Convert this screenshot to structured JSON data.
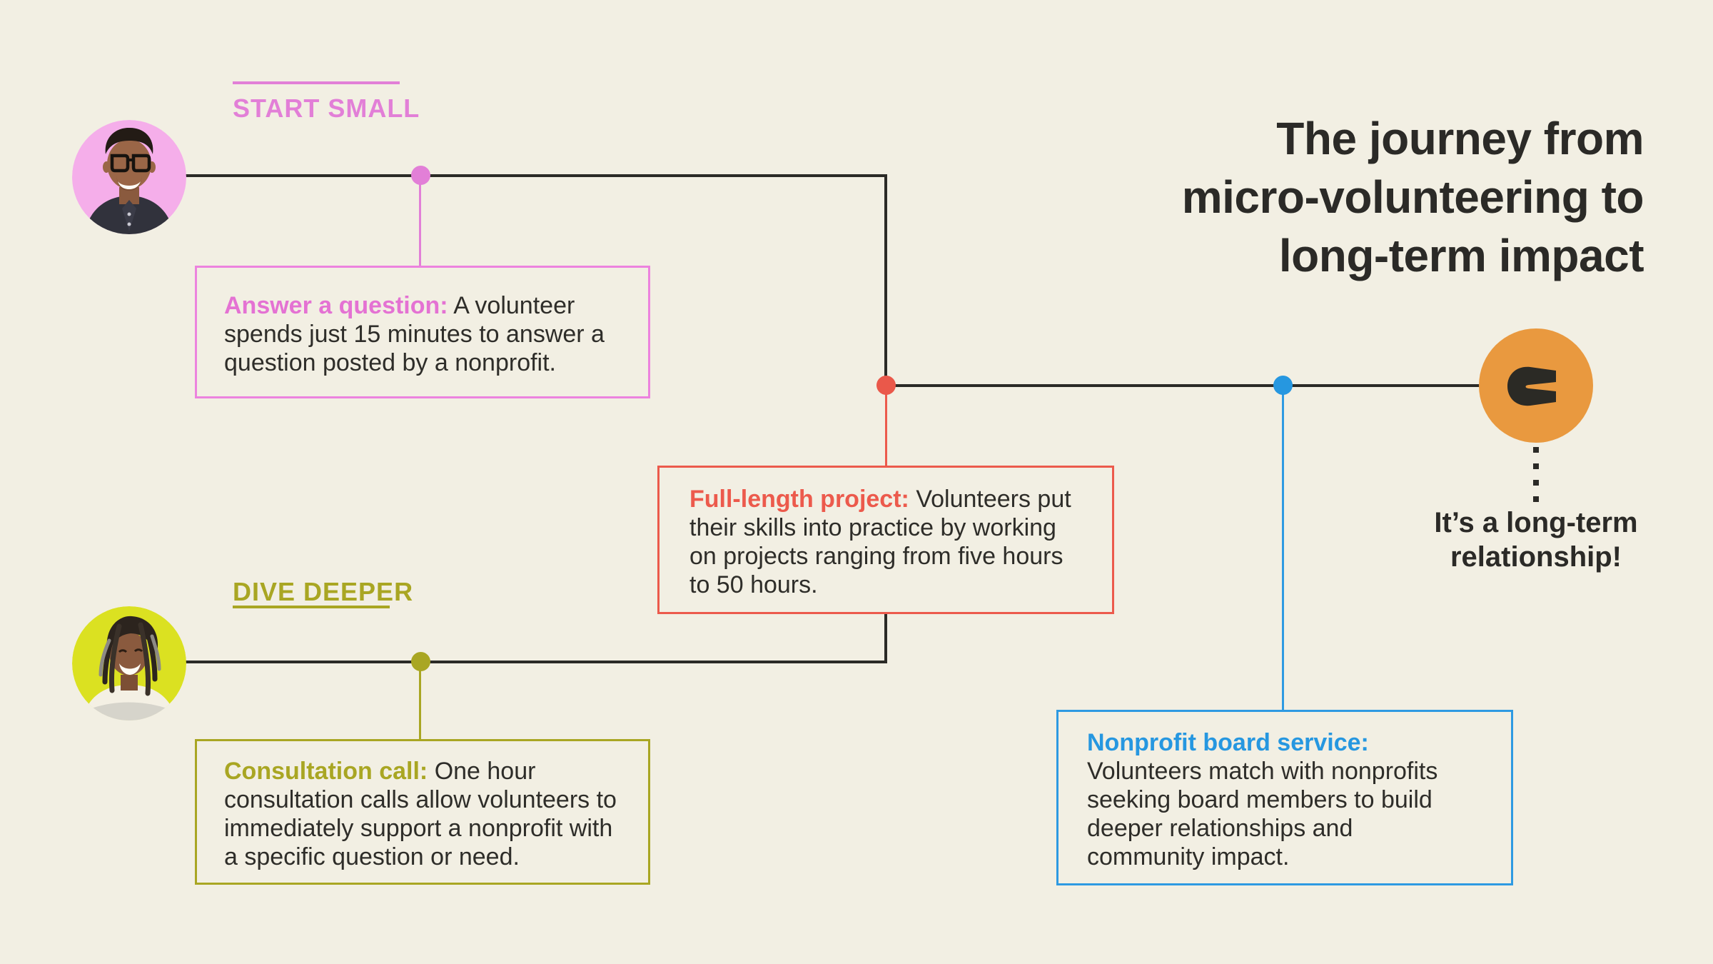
{
  "palette": {
    "background": "#f2efe3",
    "ink": "#2b2a26",
    "pink": "#e27fd7",
    "coral": "#ec5a4c",
    "olive": "#a9a623",
    "blue": "#2e9ae2",
    "orange": "#e9993f",
    "avatar_pink_bg": "#f5aeea",
    "avatar_chartreuse_bg": "#dbe121"
  },
  "title": {
    "lines": [
      "The journey from",
      "micro-volunteering to",
      "long-term impact"
    ]
  },
  "stage_labels": {
    "start_small": "START SMALL",
    "dive_deeper": "DIVE DEEPER"
  },
  "cards": {
    "answer": {
      "heading": "Answer a question:",
      "body": "A volunteer spends just 15 minutes to answer a question posted by a nonprofit."
    },
    "project": {
      "heading": "Full-length project:",
      "body": "Volunteers put their skills into practice by working on projects ranging from five hours to 50 hours."
    },
    "consultation": {
      "heading": "Consultation call:",
      "body": "One hour consultation calls allow volunteers to immediately support a nonprofit with a specific question or need."
    },
    "board": {
      "heading": "Nonprofit board service:",
      "body": "Volunteers match with nonprofits seeking board members to build deeper relationships and community impact."
    }
  },
  "outcome": {
    "lines": [
      "It’s a long-term",
      "relationship!"
    ]
  },
  "icons": {
    "brand_mark": "brand-c-mark",
    "avatar_1": "male-volunteer-photo",
    "avatar_2": "female-volunteer-photo"
  }
}
